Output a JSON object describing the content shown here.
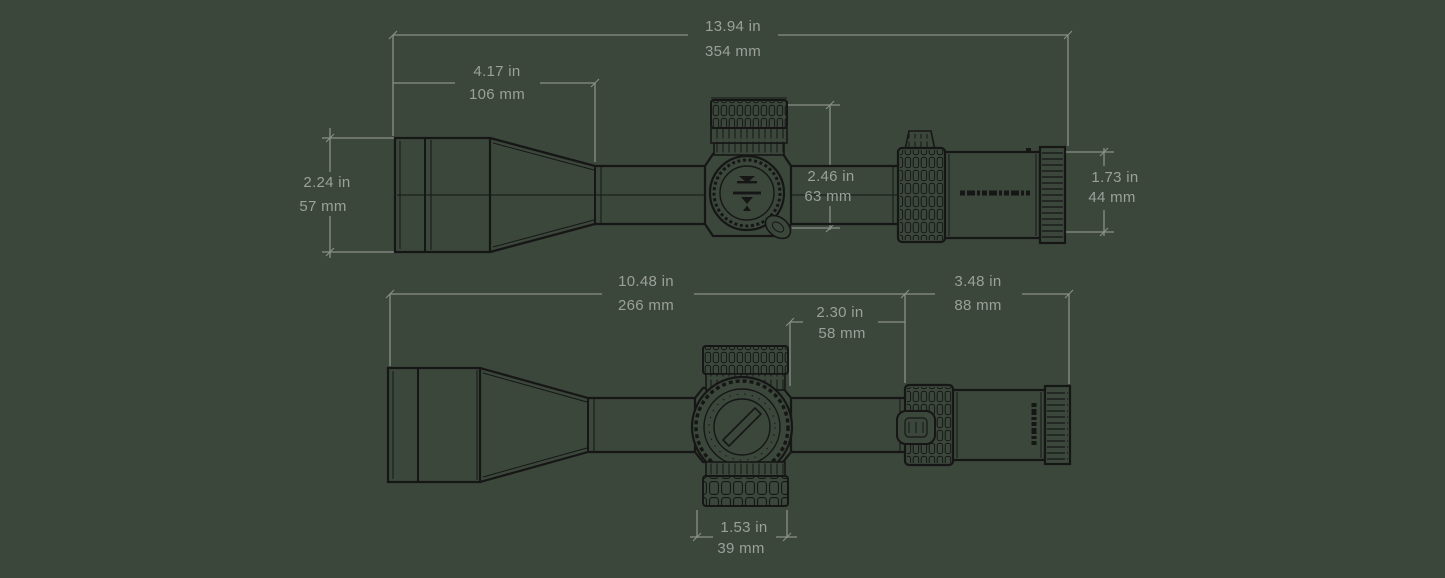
{
  "diagram": {
    "title": "Riflescope dimensional drawing — top view and side view",
    "background_color": "#3b473b",
    "outline_color": "#161616",
    "dimension_line_color": "#8a8f8a",
    "dimension_text_color": "#9ba09b"
  },
  "dims": {
    "overall_length": {
      "in": "13.94 in",
      "mm": "354 mm"
    },
    "objective_bell_length": {
      "in": "4.17 in",
      "mm": "106 mm"
    },
    "objective_diameter": {
      "in": "2.24 in",
      "mm": "57 mm"
    },
    "saddle_height": {
      "in": "2.46 in",
      "mm": "63 mm"
    },
    "eyepiece_diameter": {
      "in": "1.73 in",
      "mm": "44 mm"
    },
    "front_section_length": {
      "in": "10.48 in",
      "mm": "266 mm"
    },
    "ocular_section_length": {
      "in": "3.48 in",
      "mm": "88 mm"
    },
    "rear_tube_length": {
      "in": "2.30 in",
      "mm": "58 mm"
    },
    "windage_knob_width": {
      "in": "1.53 in",
      "mm": "39 mm"
    }
  }
}
